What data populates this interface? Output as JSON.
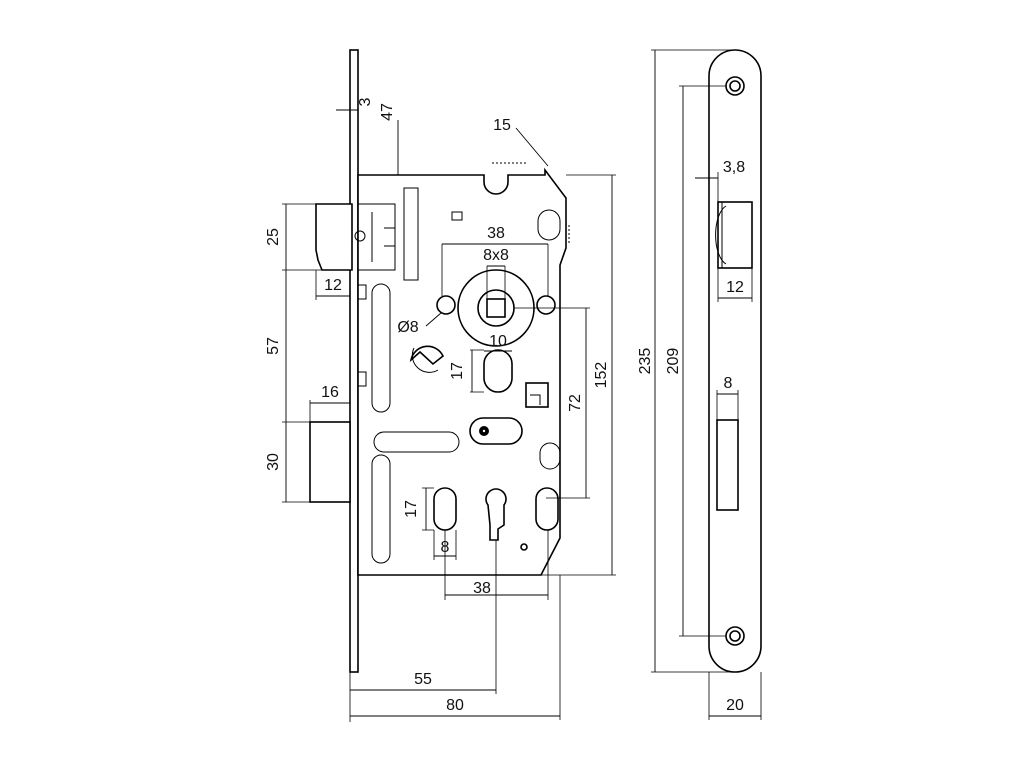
{
  "dimensions": {
    "faceplate_thickness": "3",
    "face_to_case_top": "47",
    "bevel_angle": "15",
    "case_width_upper": "38",
    "spindle_square": "8x8",
    "hole_diameter": "Ø8",
    "slot_width_upper": "10",
    "slot_height_upper": "17",
    "latch_height": "25",
    "latch_projection": "12",
    "latch_to_bolt": "57",
    "bolt_projection": "16",
    "bolt_height": "30",
    "slot_height_lower": "17",
    "slot_width_lower": "8",
    "case_width_lower": "38",
    "centre_distance": "72",
    "case_height": "152",
    "backset": "55",
    "overall_depth": "80",
    "face_height": "235",
    "screw_spacing": "209",
    "latch_window_offset": "3,8",
    "latch_window_width": "12",
    "bolt_window_width": "8",
    "face_width": "20"
  }
}
